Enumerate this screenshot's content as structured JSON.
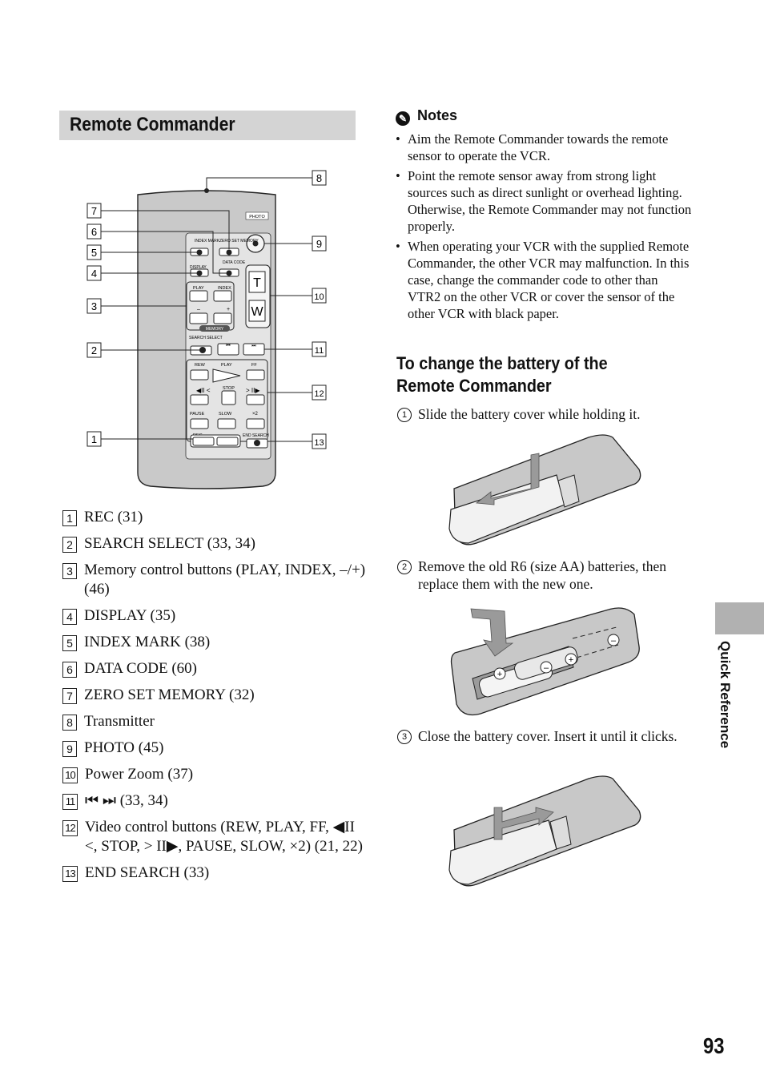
{
  "section": {
    "title": "Remote Commander"
  },
  "remote": {
    "callouts": [
      "1",
      "2",
      "3",
      "4",
      "5",
      "6",
      "7",
      "8",
      "9",
      "10",
      "11",
      "12",
      "13"
    ],
    "button_labels": {
      "photo": "PHOTO",
      "index_mark": "INDEX MARK",
      "zero_set_memory": "ZERO SET MEMORY",
      "data_code": "DATA CODE",
      "display": "DISPLAY",
      "play": "PLAY",
      "index": "INDEX",
      "minus": "–",
      "plus": "+",
      "memory": "MEMORY",
      "search_select": "SEARCH SELECT",
      "rew": "REW",
      "play2": "PLAY",
      "ff": "FF",
      "stop": "STOP",
      "pause": "PAUSE",
      "slow": "SLOW",
      "x2": "×2",
      "rec": "REC",
      "end_search": "END SEARCH",
      "zoom_t": "T",
      "zoom_w": "W"
    }
  },
  "legend": [
    {
      "num": "1",
      "text": "REC (31)"
    },
    {
      "num": "2",
      "text": "SEARCH SELECT (33, 34)"
    },
    {
      "num": "3",
      "text": "Memory control buttons (PLAY, INDEX, –/+) (46)"
    },
    {
      "num": "4",
      "text": "DISPLAY (35)"
    },
    {
      "num": "5",
      "text": "INDEX MARK (38)"
    },
    {
      "num": "6",
      "text": "DATA CODE (60)"
    },
    {
      "num": "7",
      "text": "ZERO SET MEMORY (32)"
    },
    {
      "num": "8",
      "text": "Transmitter"
    },
    {
      "num": "9",
      "text": "PHOTO (45)"
    },
    {
      "num": "10",
      "text": "Power Zoom (37)"
    },
    {
      "num": "11",
      "text": "⏮ ⏭ (33, 34)"
    },
    {
      "num": "12",
      "text": "Video control buttons (REW, PLAY, FF, ◀II <, STOP, > II▶, PAUSE, SLOW, ×2) (21, 22)"
    },
    {
      "num": "13",
      "text": "END SEARCH (33)"
    }
  ],
  "notes": {
    "title": "Notes",
    "items": [
      "Aim the Remote Commander towards the remote sensor to operate the VCR.",
      "Point the remote sensor away from strong light sources such as direct sunlight or overhead lighting. Otherwise, the Remote Commander may not function properly.",
      "When operating your VCR with the supplied Remote Commander, the other VCR may malfunction. In this case, change the commander code to other than VTR2 on the other VCR or cover the sensor of the other VCR with black paper."
    ]
  },
  "battery": {
    "title": "To change the battery of the Remote Commander",
    "steps": [
      {
        "num": "1",
        "text": "Slide the battery cover while holding it."
      },
      {
        "num": "2",
        "text": "Remove the old R6 (size AA) batteries, then replace them with the new one."
      },
      {
        "num": "3",
        "text": "Close the battery cover. Insert it until it clicks."
      }
    ]
  },
  "side_tab": "Quick Reference",
  "page_number": "93"
}
